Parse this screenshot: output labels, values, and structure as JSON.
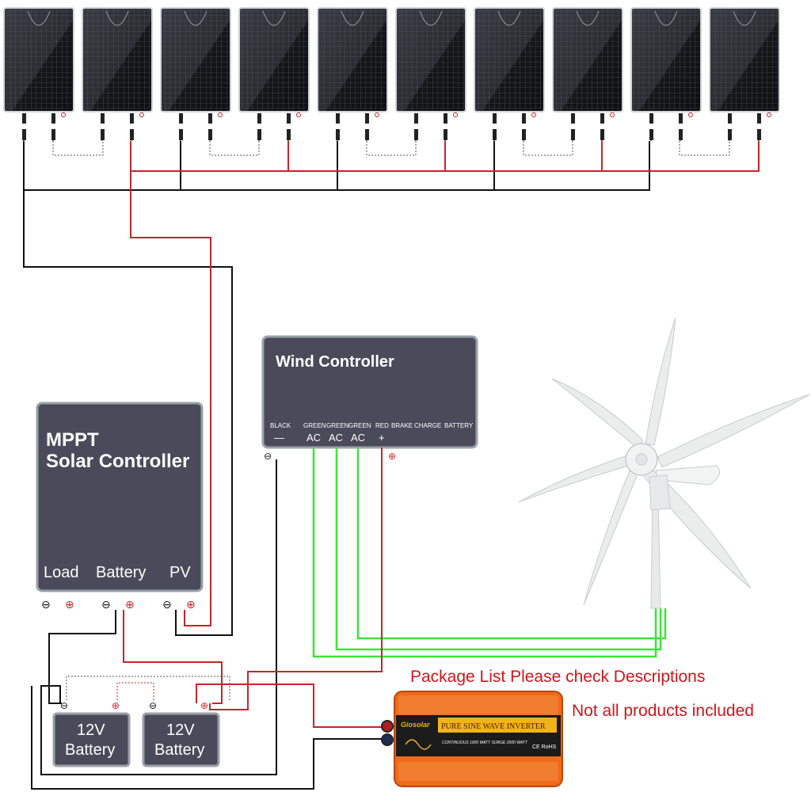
{
  "mppt": {
    "title_line1": "MPPT",
    "title_line2": "Solar Controller",
    "load": "Load",
    "battery": "Battery",
    "pv": "PV"
  },
  "wind": {
    "title": "Wind Controller",
    "terminals": [
      "BLACK",
      "GREEN",
      "GREEN",
      "GREEN",
      "RED",
      "BRAKE",
      "CHARGE",
      "BATTERY"
    ],
    "symbols": [
      "—",
      "AC",
      "AC",
      "AC",
      "+"
    ]
  },
  "batteries": [
    {
      "line1": "12V",
      "line2": "Battery"
    },
    {
      "line1": "12V",
      "line2": "Battery"
    }
  ],
  "inverter": {
    "brand": "Giosolar",
    "title": "PURE SINE WAVE INVERTER",
    "spec": "CONTINUOUS 1000 WATT SURGE 2000 WATT",
    "cert": "CE RoHS"
  },
  "notes": {
    "line1": "Package List Please check Descriptions",
    "line2": "Not all products included"
  },
  "polarity": {
    "minus": "⊖",
    "plus": "⊕"
  },
  "colors": {
    "controller": "#4b4a5a",
    "positive_wire": "#c3262c",
    "negative_wire": "#111111",
    "ac_wire": "#3ee23a",
    "inverter": "#ef6a1a",
    "note_text": "#d0151b"
  },
  "solar_panels_count": 10
}
